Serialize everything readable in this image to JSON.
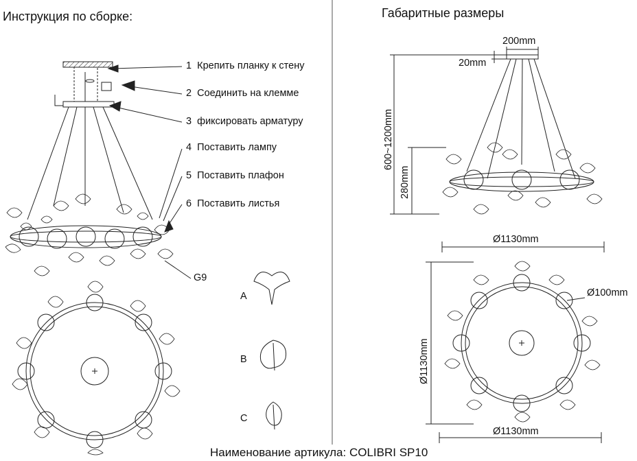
{
  "left": {
    "title": "Инструкция по сборке:",
    "steps": [
      {
        "num": "1",
        "text": "Крепить планку к стену"
      },
      {
        "num": "2",
        "text": "Соединить на клемме"
      },
      {
        "num": "3",
        "text": "фиксировать арматуру"
      },
      {
        "num": "4",
        "text": "Поставить лампу"
      },
      {
        "num": "5",
        "text": "Поставить плафон"
      },
      {
        "num": "6",
        "text": "Поставить листья"
      }
    ],
    "lamp_label": "G9",
    "leaf_labels": [
      "A",
      "B",
      "C"
    ]
  },
  "right": {
    "title": "Габаритные размеры",
    "dims": {
      "canopy_width": "200mm",
      "canopy_height": "20mm",
      "suspension": "600~1200mm",
      "body_height": "280mm",
      "diameter_top": "Ø1130mm",
      "shade_diameter": "Ø100mm",
      "diameter_side": "Ø1130mm",
      "diameter_bottom": "Ø1130mm"
    }
  },
  "footer": "Наименование артикула: COLIBRI SP10"
}
